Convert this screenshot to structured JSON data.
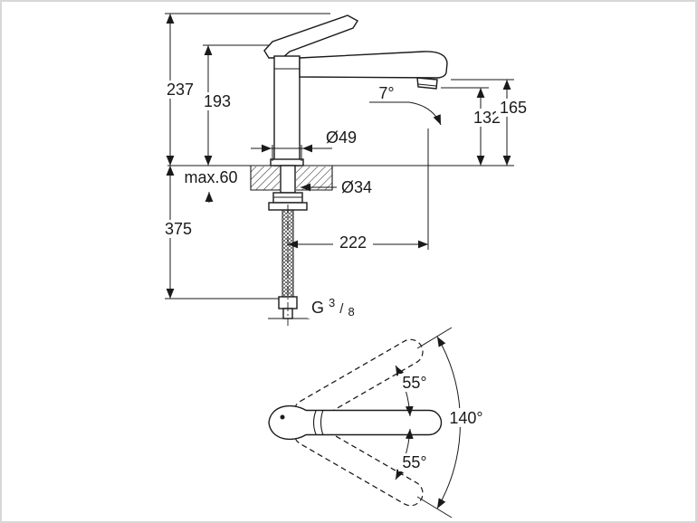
{
  "colors": {
    "line": "#1a1a1a",
    "canvas": "#ffffff",
    "frame": "#d8d8d8"
  },
  "side_view": {
    "labels": {
      "total_height": "237",
      "body_height": "193",
      "spout_angle": "7°",
      "outlet_height": "132",
      "spout_tip_height": "165",
      "base_diameter": "Ø49",
      "max_counter_thickness": "max.60",
      "hole_diameter": "Ø34",
      "below_counter_depth": "375",
      "spout_reach": "222",
      "thread": {
        "prefix": "G",
        "numerator": "3",
        "slash": "/",
        "denominator": "8"
      }
    }
  },
  "top_view": {
    "labels": {
      "swivel_upper": "55°",
      "swivel_total": "140°",
      "swivel_lower": "55°"
    }
  }
}
